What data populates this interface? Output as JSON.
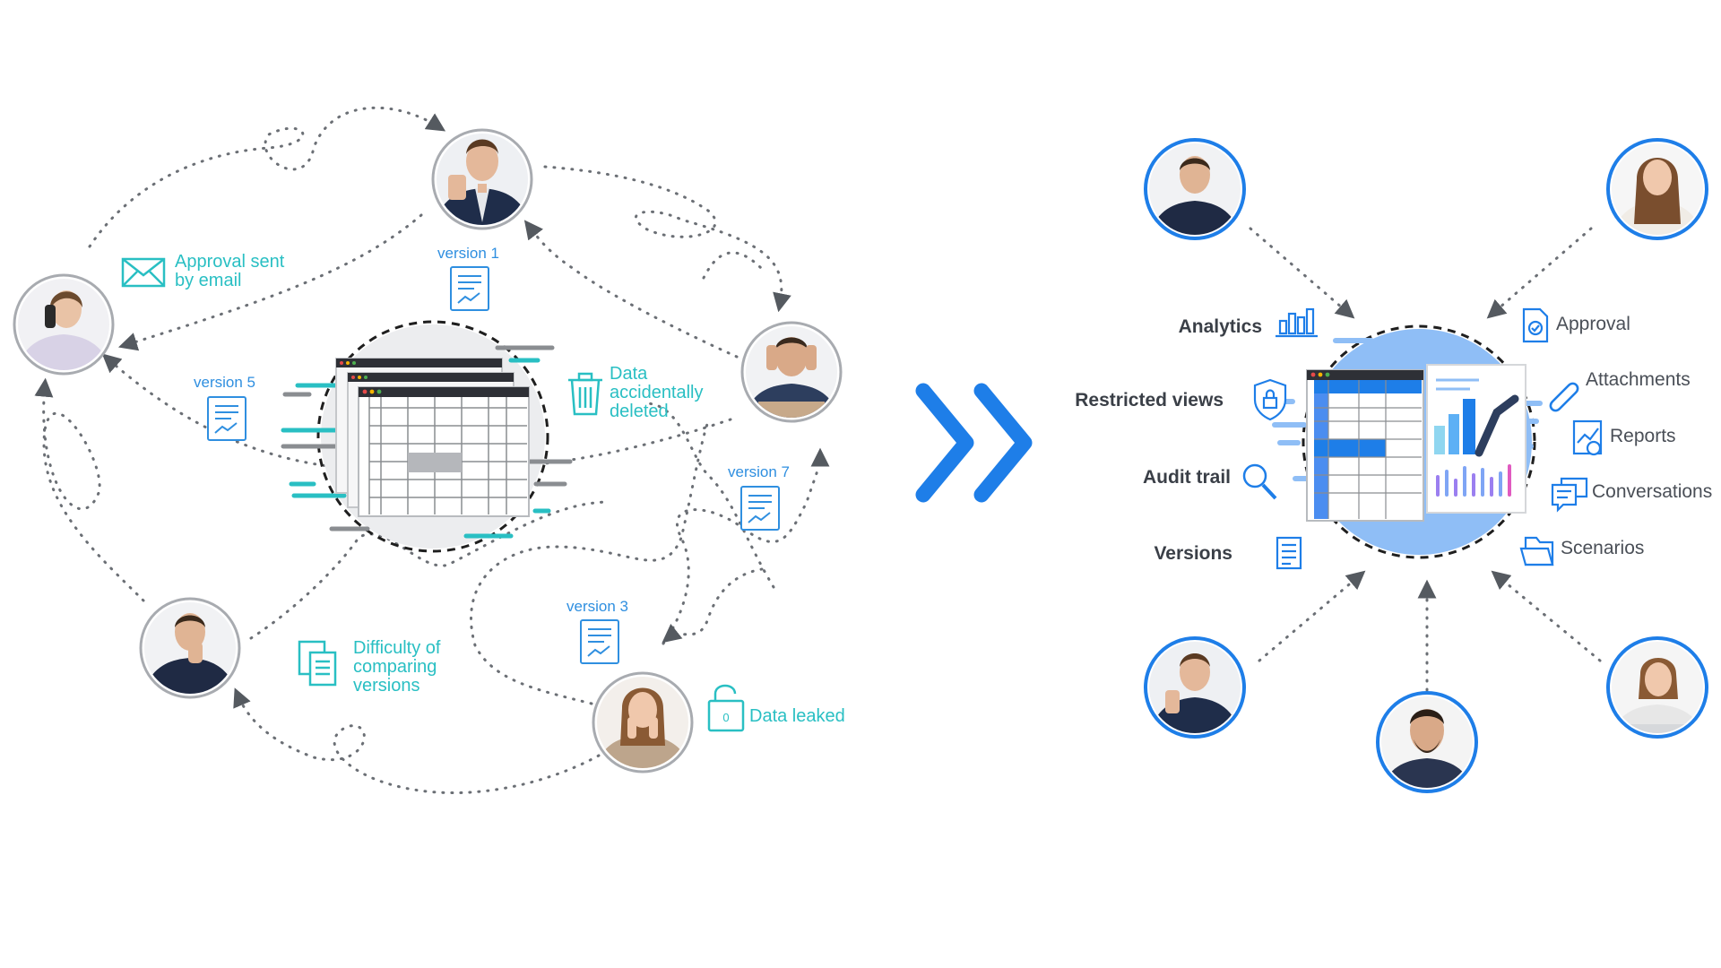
{
  "colors": {
    "teal": "#29bfc3",
    "blue": "#1e7ee8",
    "light_blue": "#8fbef6",
    "dotted": "#6b6f75",
    "dark_text": "#3a3f47"
  },
  "left": {
    "problems": {
      "email": "Approval sent by email",
      "deleted": "Data accidentally deleted",
      "comparing": "Difficulty of comparing versions",
      "leaked": "Data leaked"
    },
    "versions": [
      "version 1",
      "version 5",
      "version 7",
      "version 3"
    ]
  },
  "arrow_icon": "double-chevron-right-icon",
  "right": {
    "features_left": [
      "Analytics",
      "Restricted views",
      "Audit trail",
      "Versions"
    ],
    "features_right": [
      "Approval",
      "Attachments",
      "Reports",
      "Conversations",
      "Scenarios"
    ]
  }
}
